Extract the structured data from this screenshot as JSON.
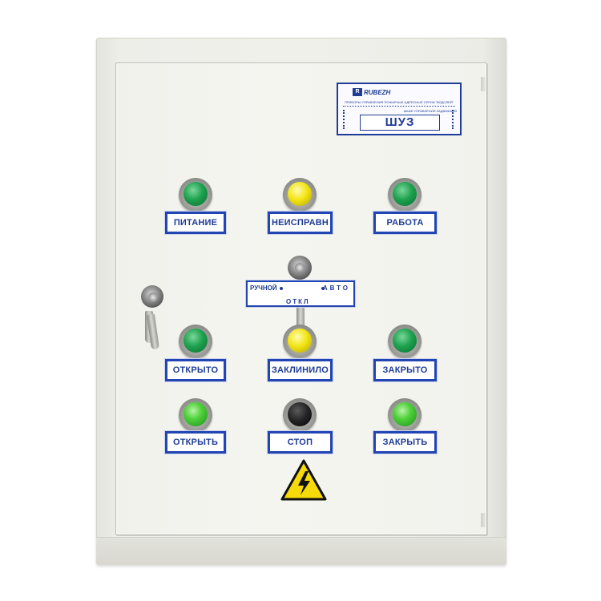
{
  "nameplate": {
    "brand": "RUBEZH",
    "series_line": "ПРИБОРЫ УПРАВЛЕНИЯ ПОЖАРНЫЕ АДРЕСНЫЕ СЕРИИ \"ВОДОЛЕЙ\"",
    "product_line": "ШКАФ УПРАВЛЕНИЯ ЗАДВИЖКОЙ",
    "model": "ШУЗ"
  },
  "indicators": [
    {
      "label": "ПИТАНИЕ",
      "color": "green"
    },
    {
      "label": "НЕИСПРАВН",
      "color": "yellow"
    },
    {
      "label": "РАБОТА",
      "color": "green"
    },
    {
      "label": "ОТКРЫТО",
      "color": "green"
    },
    {
      "label": "ЗАКЛИНИЛО",
      "color": "yellow"
    },
    {
      "label": "ЗАКРЫТО",
      "color": "green"
    }
  ],
  "buttons": [
    {
      "label": "ОТКРЫТЬ",
      "color": "green"
    },
    {
      "label": "СТОП",
      "color": "black"
    },
    {
      "label": "ЗАКРЫТЬ",
      "color": "green"
    }
  ],
  "mode_switch": {
    "manual": "РУЧНОЙ",
    "auto": "АВТО",
    "off": "ОТКЛ"
  },
  "colors": {
    "label_blue": "#2345b3",
    "indicator_green": "#1ea24f",
    "indicator_yellow": "#f3e514",
    "cabinet": "#f0f0eb"
  }
}
